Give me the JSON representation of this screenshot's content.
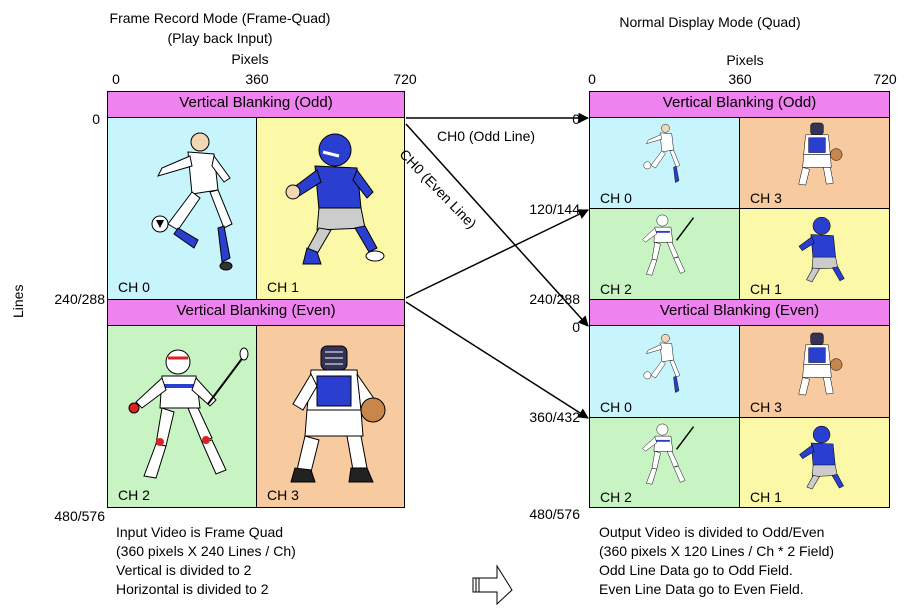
{
  "left": {
    "title_line1": "Frame Record Mode (Frame-Quad)",
    "title_line2": "(Play back Input)",
    "pixels_label": "Pixels",
    "x_ticks": [
      "0",
      "360",
      "720"
    ],
    "lines_axis_label": "Lines",
    "y_ticks": [
      "0",
      "240/288",
      "480/576"
    ],
    "band_top": "Vertical Blanking (Odd)",
    "band_mid": "Vertical Blanking (Even)",
    "cells": [
      "CH 0",
      "CH 1",
      "CH 2",
      "CH 3"
    ],
    "notes": [
      "Input Video is Frame Quad",
      "(360 pixels X 240 Lines / Ch)",
      "Vertical is divided to 2",
      "Horizontal is divided to 2"
    ]
  },
  "right": {
    "title": "Normal Display Mode (Quad)",
    "pixels_label": "Pixels",
    "x_ticks": [
      "0",
      "360",
      "720"
    ],
    "y_ticks": [
      "0",
      "120/144",
      "240/288",
      "0",
      "360/432",
      "480/576"
    ],
    "band_top": "Vertical Blanking (Odd)",
    "band_mid": "Vertical Blanking (Even)",
    "odd_cells": [
      "CH 0",
      "CH 3",
      "CH 2",
      "CH 1"
    ],
    "even_cells": [
      "CH 0",
      "CH 3",
      "CH 2",
      "CH 1"
    ],
    "notes": [
      "Output Video is divided to Odd/Even",
      "(360 pixels X 120 Lines / Ch * 2 Field)",
      "Odd Line Data go to Odd Field.",
      "Even Line Data go to Even Field."
    ]
  },
  "arrows": {
    "odd_label": "CH0 (Odd Line)",
    "even_label": "CH0 (Even Line)"
  },
  "colors": {
    "blanking": "#ee82ee",
    "ch0": "#c8f4fb",
    "ch1": "#fbf9a8",
    "ch2": "#c8f3c3",
    "ch3": "#f7caa0"
  },
  "icons": {
    "ch0": "soccer-player-icon",
    "ch1": "football-player-icon",
    "ch2": "lacrosse-player-icon",
    "ch3": "baseball-catcher-icon",
    "transition": "right-arrow-outline-icon"
  }
}
